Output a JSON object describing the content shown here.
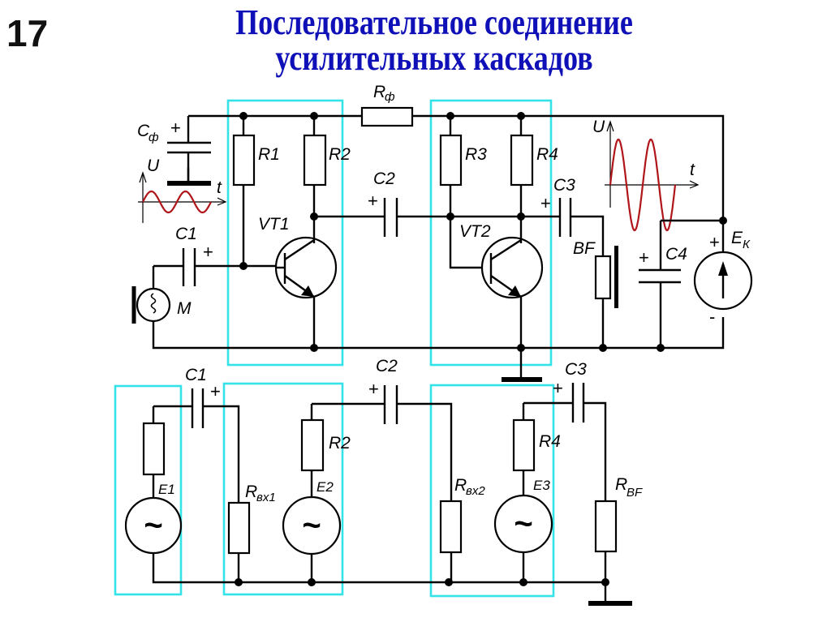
{
  "slide": {
    "number": "17",
    "title_line1": "Последовательное соединение",
    "title_line2": "усилительных каскадов"
  },
  "colors": {
    "title": "#1010b8",
    "stage_box": "#33e3e8",
    "signal": "#b0151a",
    "wire": "#000000"
  },
  "top_circuit": {
    "labels": {
      "rf": "R",
      "rf_sub": "ф",
      "cf": "C",
      "cf_sub": "ф",
      "r1": "R1",
      "r2": "R2",
      "r3": "R3",
      "r4": "R4",
      "c1": "C1",
      "c2": "C2",
      "c3": "C3",
      "c4": "C4",
      "vt1": "VT1",
      "vt2": "VT2",
      "mic": "M",
      "speaker": "BF",
      "ek": "E",
      "ek_sub": "К",
      "u_in": "U",
      "t_in": "t",
      "u_out": "U",
      "t_out": "t",
      "plus": "+",
      "minus": "-"
    },
    "input_signal": {
      "cycles": 2,
      "relative_amplitude": "small"
    },
    "output_signal": {
      "cycles": 2,
      "relative_amplitude": "large"
    }
  },
  "equivalent_circuit": {
    "labels": {
      "c1": "C1",
      "c2": "C2",
      "c3": "C3",
      "r2": "R2",
      "r4": "R4",
      "rin1": "R",
      "rin1_sub": "вх1",
      "rin2": "R",
      "rin2_sub": "вх2",
      "rbf": "R",
      "rbf_sub": "BF",
      "e1": "E1",
      "e2": "E2",
      "e3": "E3",
      "ac_symbol": "~",
      "plus": "+"
    }
  }
}
